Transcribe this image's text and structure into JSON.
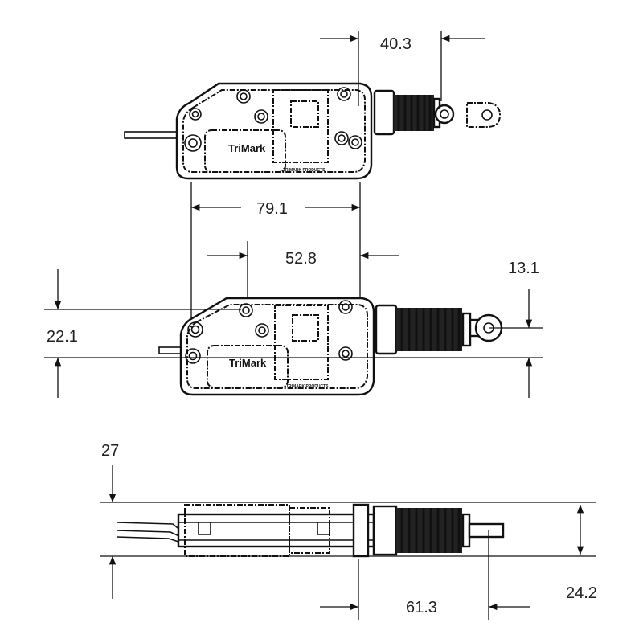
{
  "drawing": {
    "brand": "TriMark",
    "small_print": "TRIMARK PRODUCTS",
    "dimensions": {
      "top_stroke": "40.3",
      "body_length": "79.1",
      "screw_span": "52.8",
      "height_overall": "22.1",
      "rod_offset": "13.1",
      "side_width": "27",
      "side_height": "24.2",
      "rod_extension": "61.3"
    },
    "colors": {
      "line": "#111111",
      "background": "#ffffff"
    }
  }
}
